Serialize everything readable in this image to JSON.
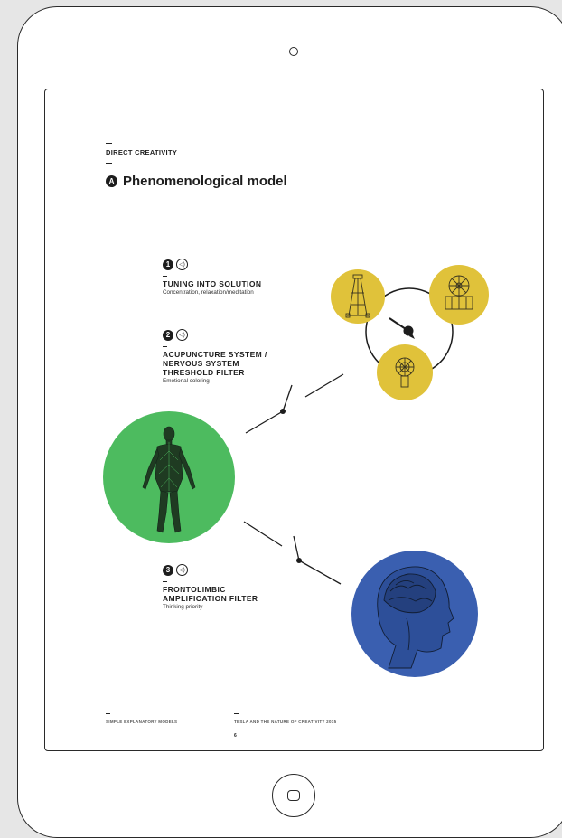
{
  "section": {
    "kicker": "DIRECT CREATIVITY"
  },
  "heading": {
    "badge": "A",
    "title": "Phenomenological model"
  },
  "steps": [
    {
      "number": "1",
      "title": "TUNING INTO SOLUTION",
      "subtitle": "Concentration, relaxation/meditation"
    },
    {
      "number": "2",
      "title": "ACUPUNCTURE SYSTEM /\nNERVOUS SYSTEM\nTHRESHOLD FILTER",
      "subtitle": "Emotional coloring"
    },
    {
      "number": "3",
      "title": "FRONTOLIMBIC\nAMPLIFICATION FILTER",
      "subtitle": "Thinking priority"
    }
  ],
  "footer": {
    "left": "SIMPLE EXPLANATORY MODELS",
    "center": "TESLA AND THE NATURE OF CREATIVITY 2015",
    "page": "6"
  },
  "icons": {
    "sound": "speaker-icon",
    "body": "human-nervous-system-figure",
    "brain": "brain-head-illustration",
    "tower": "tesla-tower-illustration",
    "machine": "machine-illustration",
    "coil": "coil-illustration"
  },
  "colors": {
    "green": "#4dbb5f",
    "blue": "#3a5fb0",
    "yellow": "#e0c23a",
    "ink": "#1d1d1d"
  }
}
